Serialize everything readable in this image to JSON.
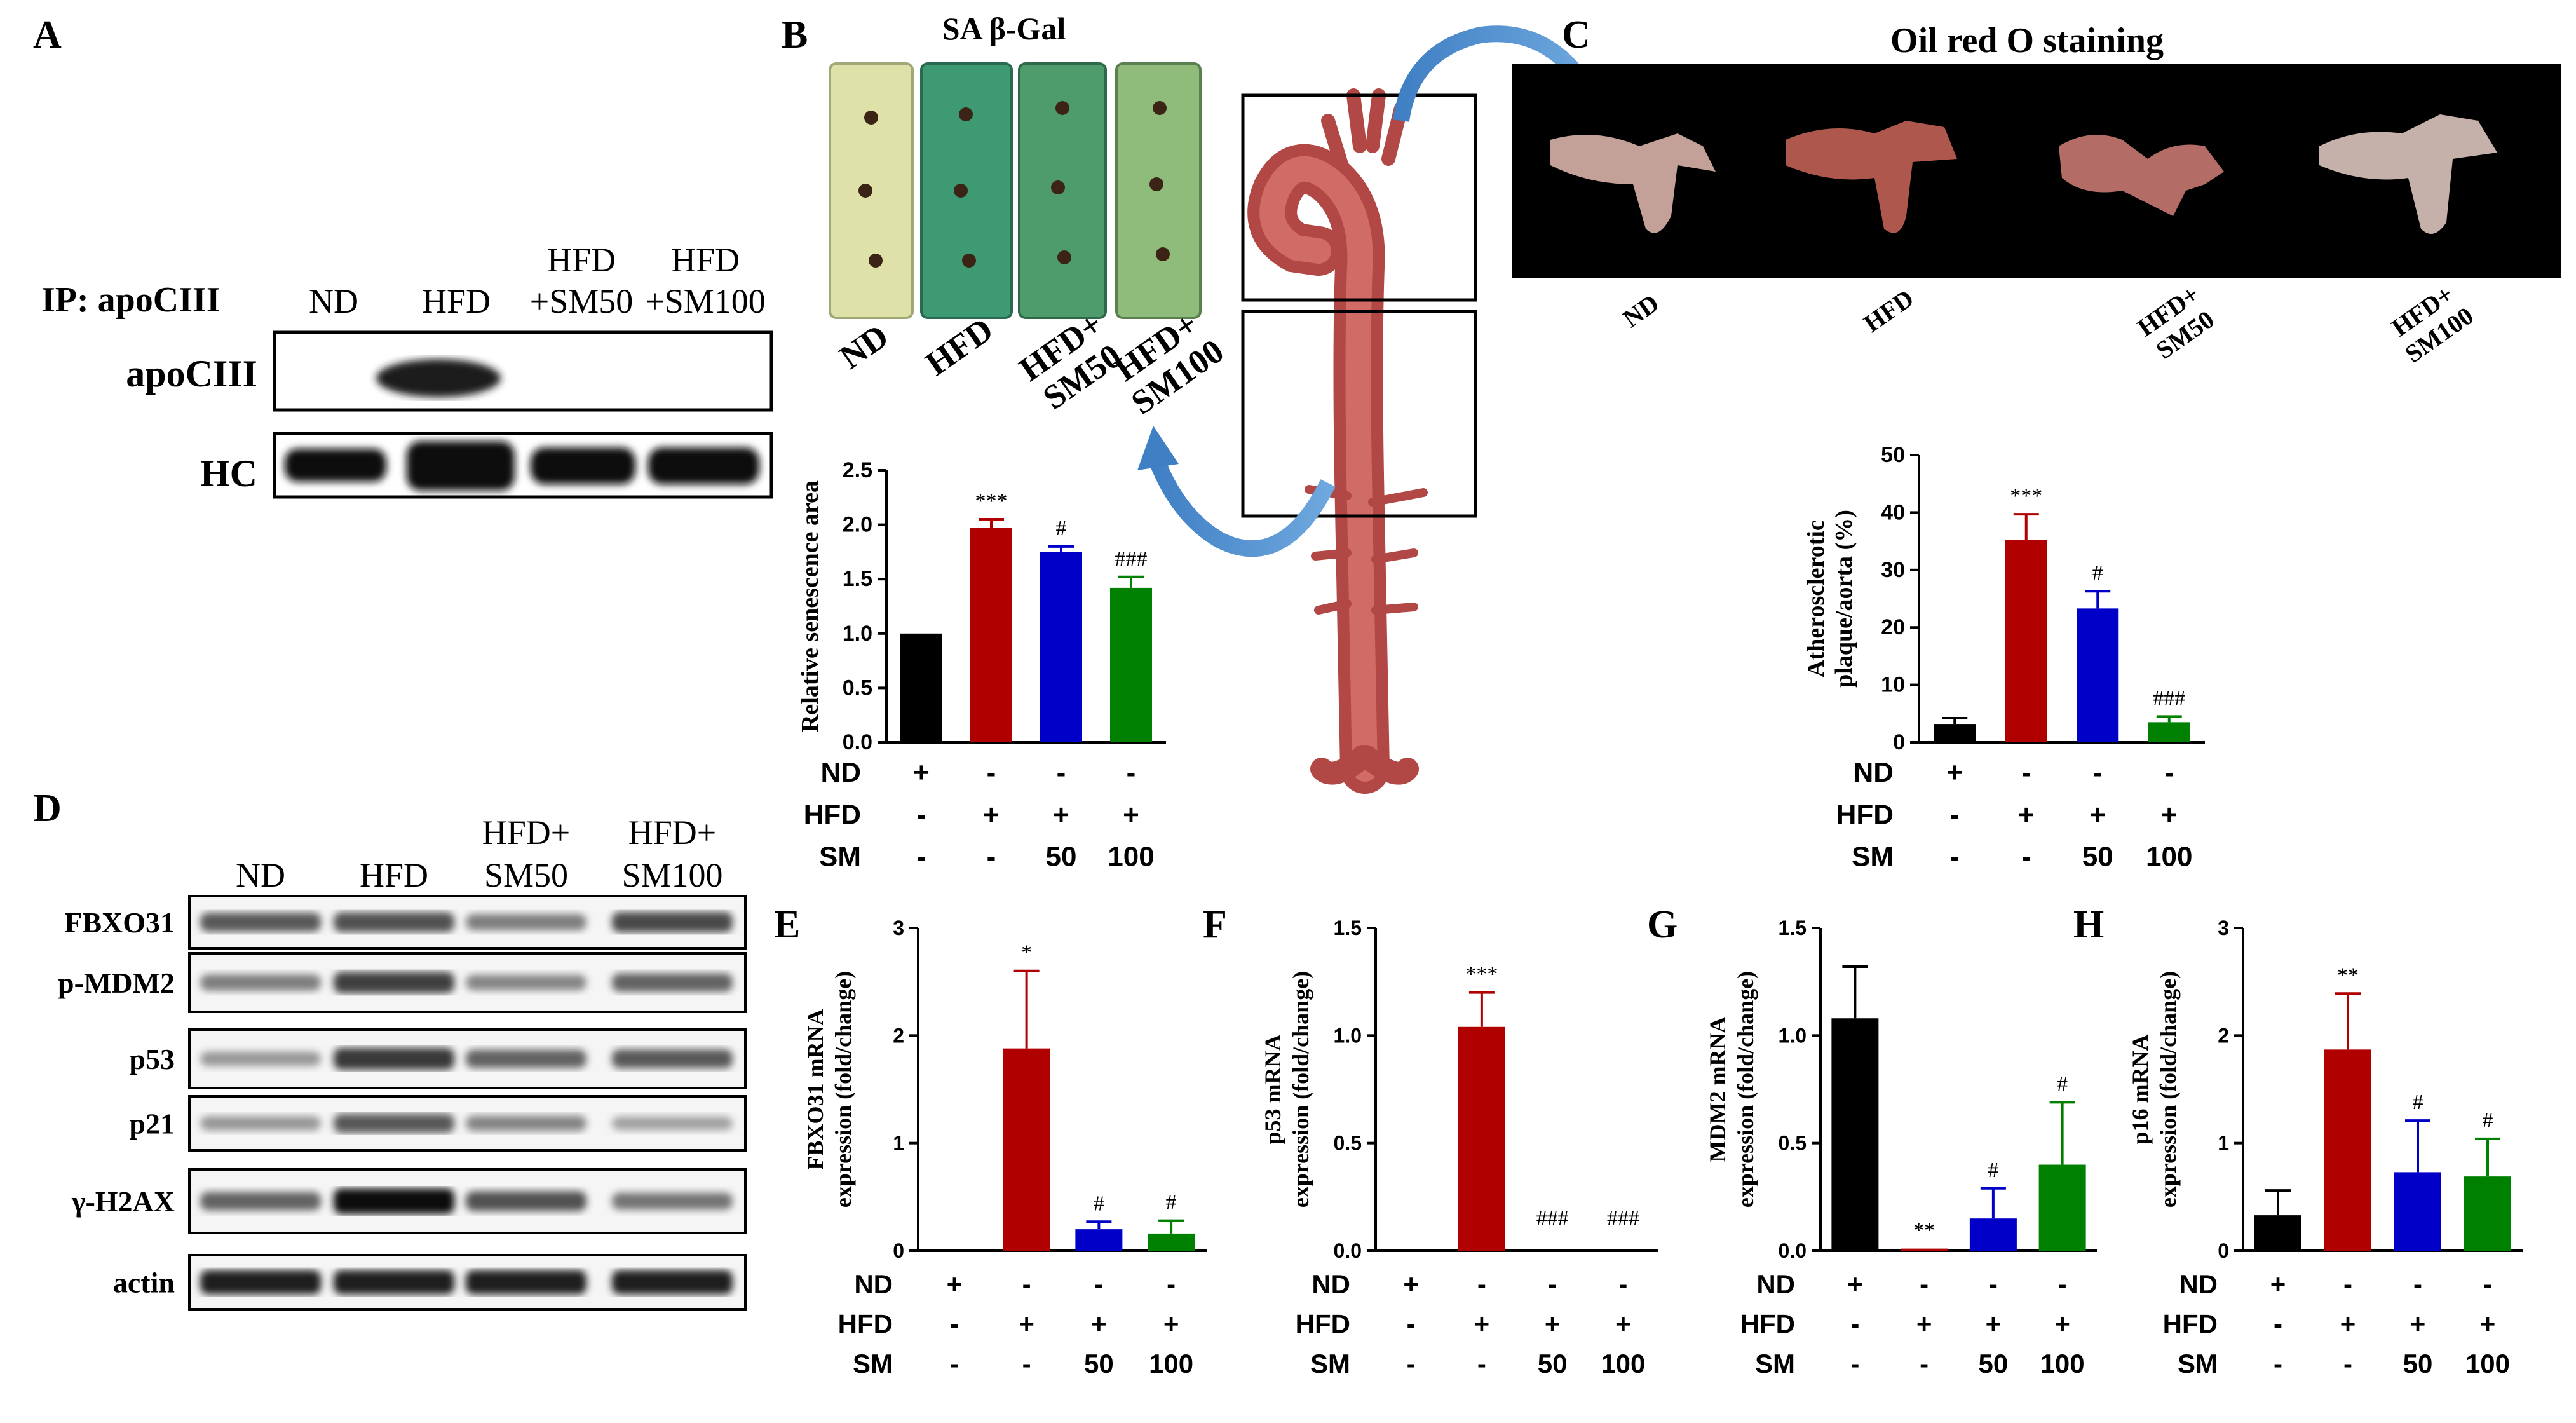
{
  "panel_letters": [
    "A",
    "B",
    "C",
    "D",
    "E",
    "F",
    "G",
    "H"
  ],
  "panel_a": {
    "ip_label": "IP: apoCIII",
    "lanes": [
      [
        "ND"
      ],
      [
        "HFD"
      ],
      [
        "HFD",
        "+SM50"
      ],
      [
        "HFD",
        "+SM100"
      ]
    ],
    "rows": [
      "apoCIII",
      "HC"
    ]
  },
  "panel_b": {
    "title": "SA β-Gal",
    "photo_labels": [
      [
        "ND"
      ],
      [
        "HFD"
      ],
      [
        "HFD+",
        "SM50"
      ],
      [
        "HFD+",
        "SM100"
      ]
    ]
  },
  "panel_c": {
    "title": "Oil red O staining",
    "photo_labels": [
      [
        "ND"
      ],
      [
        "HFD"
      ],
      [
        "HFD+",
        "SM50"
      ],
      [
        "HFD+",
        "SM100"
      ]
    ]
  },
  "panel_d": {
    "lanes": [
      [
        "ND"
      ],
      [
        "HFD"
      ],
      [
        "HFD+",
        "SM50"
      ],
      [
        "HFD+",
        "SM100"
      ]
    ],
    "rows": [
      "FBXO31",
      "p-MDM2",
      "p53",
      "p21",
      "γ-H2AX",
      "actin"
    ]
  },
  "treatment_table": {
    "row_labels": [
      "ND",
      "HFD",
      "SM"
    ],
    "values": [
      [
        "+",
        "-",
        "-",
        "-"
      ],
      [
        "-",
        "+",
        "+",
        "+"
      ],
      [
        "-",
        "-",
        "50",
        "100"
      ]
    ]
  },
  "colors": {
    "ND": "#000000",
    "HFD": "#b00000",
    "SM50": "#0000c8",
    "SM100": "#008000"
  },
  "chart_data": [
    {
      "panel": "B",
      "type": "bar",
      "ylabel": "Relative senescence area",
      "ylim": [
        0,
        2.5
      ],
      "ticks": [
        "0.0",
        "0.5",
        "1.0",
        "1.5",
        "2.0",
        "2.5"
      ],
      "values": [
        1.0,
        1.97,
        1.75,
        1.42
      ],
      "errors": [
        0,
        0.08,
        0.05,
        0.1
      ],
      "annotations": [
        "",
        "***",
        "#",
        "###"
      ]
    },
    {
      "panel": "C",
      "type": "bar",
      "ylabel": "Atherosclerotic plaque/aorta (%)",
      "ylim": [
        0,
        50
      ],
      "ticks": [
        "0",
        "10",
        "20",
        "30",
        "40",
        "50"
      ],
      "values": [
        3.2,
        35.2,
        23.3,
        3.5
      ],
      "errors": [
        1.0,
        4.5,
        3.0,
        1.0
      ],
      "annotations": [
        "",
        "***",
        "#",
        "###"
      ]
    },
    {
      "panel": "E",
      "type": "bar",
      "ylabel": "FBXO31 mRNA expression (fold/change)",
      "ylim": [
        0,
        3
      ],
      "ticks": [
        "0",
        "1",
        "2",
        "3"
      ],
      "values": [
        0,
        1.88,
        0.2,
        0.16
      ],
      "errors": [
        0,
        0.72,
        0.07,
        0.12
      ],
      "annotations": [
        "",
        "*",
        "#",
        "#"
      ]
    },
    {
      "panel": "F",
      "type": "bar",
      "ylabel": "p53 mRNA expression (fold/change)",
      "ylim": [
        0,
        1.5
      ],
      "ticks": [
        "0.0",
        "0.5",
        "1.0",
        "1.5"
      ],
      "values": [
        0,
        1.04,
        0,
        0
      ],
      "errors": [
        0,
        0.16,
        0,
        0
      ],
      "annotations": [
        "",
        "***",
        "###",
        "###"
      ]
    },
    {
      "panel": "G",
      "type": "bar",
      "ylabel": "MDM2 mRNA expression (fold/change)",
      "ylim": [
        0,
        1.5
      ],
      "ticks": [
        "0.0",
        "0.5",
        "1.0",
        "1.5"
      ],
      "values": [
        1.08,
        0.01,
        0.15,
        0.4
      ],
      "errors": [
        0.24,
        0,
        0.14,
        0.29
      ],
      "annotations": [
        "",
        "**",
        "#",
        "#"
      ]
    },
    {
      "panel": "H",
      "type": "bar",
      "ylabel": "p16 mRNA expression (fold/change)",
      "ylim": [
        0,
        3
      ],
      "ticks": [
        "0",
        "1",
        "2",
        "3"
      ],
      "values": [
        0.33,
        1.87,
        0.73,
        0.69
      ],
      "errors": [
        0.23,
        0.52,
        0.48,
        0.35
      ],
      "annotations": [
        "",
        "**",
        "#",
        "#"
      ]
    }
  ]
}
